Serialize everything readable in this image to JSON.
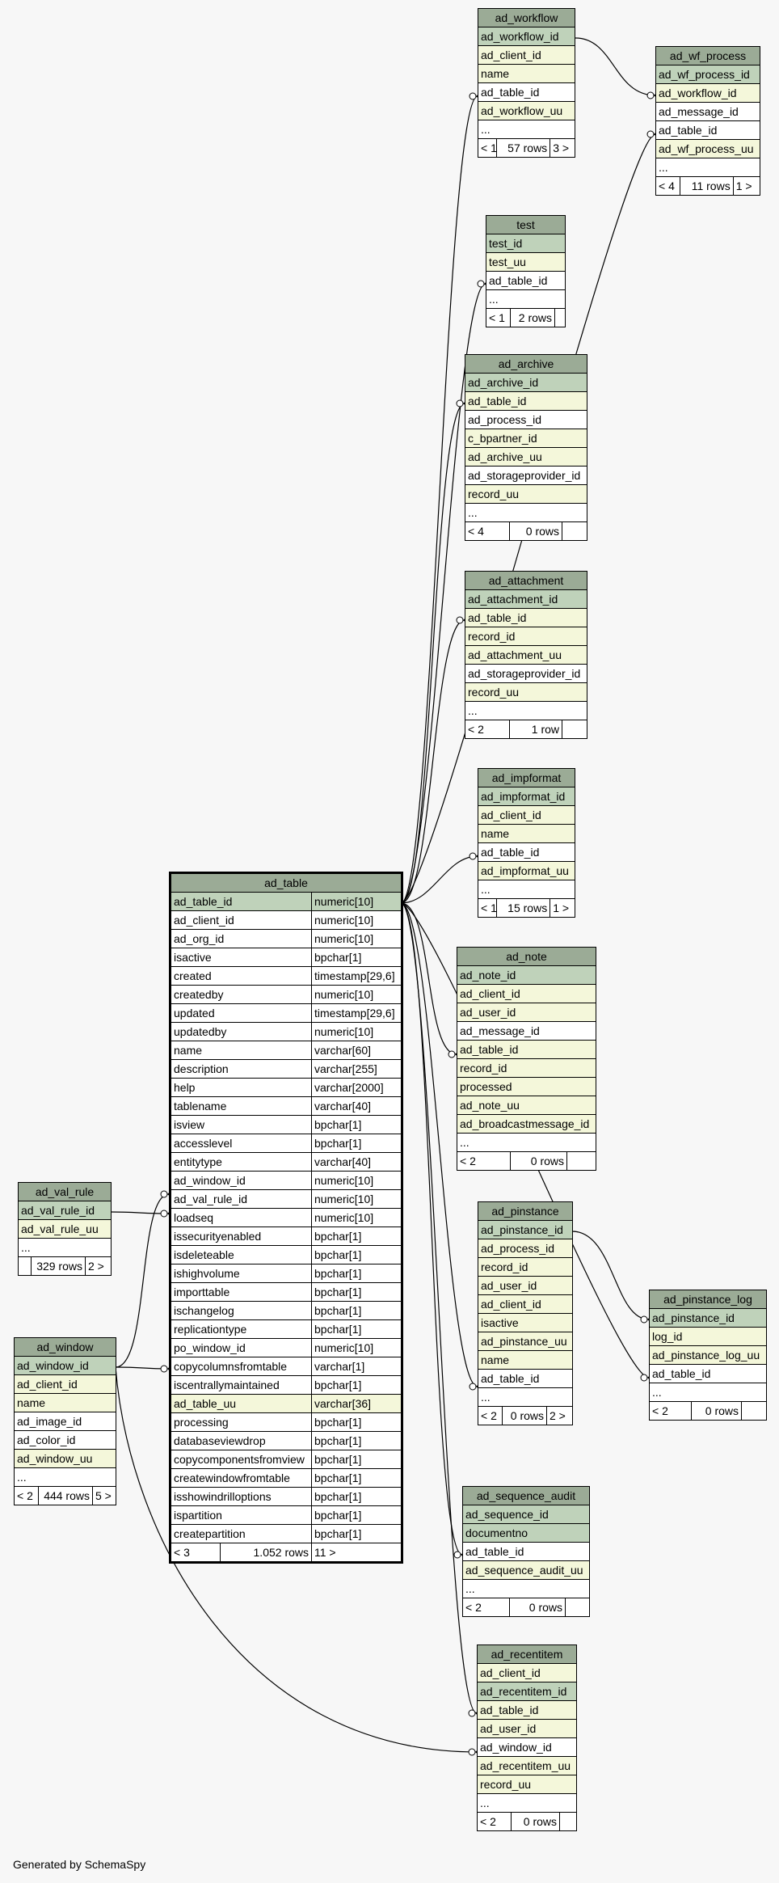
{
  "footer": "Generated by SchemaSpy",
  "colors": {
    "header": "#9bab96",
    "primary_key": "#bfd2ba",
    "foreign_key": "#f4f7da",
    "plain": "#ffffff",
    "background": "#f7f7f7"
  },
  "tables": [
    {
      "name": "ad_workflow",
      "rows": [
        {
          "t": "pk",
          "c": [
            "ad_workflow_id"
          ]
        },
        {
          "t": "fk",
          "c": [
            "ad_client_id"
          ]
        },
        {
          "t": "fk",
          "c": [
            "name"
          ]
        },
        {
          "t": "plain",
          "c": [
            "ad_table_id"
          ]
        },
        {
          "t": "fk",
          "c": [
            "ad_workflow_uu"
          ]
        },
        {
          "t": "plain",
          "c": [
            "..."
          ]
        }
      ],
      "footer": [
        "< 1",
        "57 rows",
        "3 >"
      ]
    },
    {
      "name": "ad_wf_process",
      "rows": [
        {
          "t": "pk",
          "c": [
            "ad_wf_process_id"
          ]
        },
        {
          "t": "fk",
          "c": [
            "ad_workflow_id"
          ]
        },
        {
          "t": "plain",
          "c": [
            "ad_message_id"
          ]
        },
        {
          "t": "plain",
          "c": [
            "ad_table_id"
          ]
        },
        {
          "t": "fk",
          "c": [
            "ad_wf_process_uu"
          ]
        },
        {
          "t": "plain",
          "c": [
            "..."
          ]
        }
      ],
      "footer": [
        "< 4",
        "11 rows",
        "1 >"
      ]
    },
    {
      "name": "test",
      "rows": [
        {
          "t": "pk",
          "c": [
            "test_id"
          ]
        },
        {
          "t": "fk",
          "c": [
            "test_uu"
          ]
        },
        {
          "t": "plain",
          "c": [
            "ad_table_id"
          ]
        },
        {
          "t": "plain",
          "c": [
            "..."
          ]
        }
      ],
      "footer": [
        "< 1",
        "2 rows",
        ""
      ]
    },
    {
      "name": "ad_archive",
      "rows": [
        {
          "t": "pk",
          "c": [
            "ad_archive_id"
          ]
        },
        {
          "t": "fk",
          "c": [
            "ad_table_id"
          ]
        },
        {
          "t": "plain",
          "c": [
            "ad_process_id"
          ]
        },
        {
          "t": "fk",
          "c": [
            "c_bpartner_id"
          ]
        },
        {
          "t": "fk",
          "c": [
            "ad_archive_uu"
          ]
        },
        {
          "t": "plain",
          "c": [
            "ad_storageprovider_id"
          ]
        },
        {
          "t": "fk",
          "c": [
            "record_uu"
          ]
        },
        {
          "t": "plain",
          "c": [
            "..."
          ]
        }
      ],
      "footer": [
        "< 4",
        "0 rows",
        ""
      ]
    },
    {
      "name": "ad_attachment",
      "rows": [
        {
          "t": "pk",
          "c": [
            "ad_attachment_id"
          ]
        },
        {
          "t": "fk",
          "c": [
            "ad_table_id"
          ]
        },
        {
          "t": "fk",
          "c": [
            "record_id"
          ]
        },
        {
          "t": "fk",
          "c": [
            "ad_attachment_uu"
          ]
        },
        {
          "t": "plain",
          "c": [
            "ad_storageprovider_id"
          ]
        },
        {
          "t": "fk",
          "c": [
            "record_uu"
          ]
        },
        {
          "t": "plain",
          "c": [
            "..."
          ]
        }
      ],
      "footer": [
        "< 2",
        "1 row",
        ""
      ]
    },
    {
      "name": "ad_impformat",
      "rows": [
        {
          "t": "pk",
          "c": [
            "ad_impformat_id"
          ]
        },
        {
          "t": "fk",
          "c": [
            "ad_client_id"
          ]
        },
        {
          "t": "fk",
          "c": [
            "name"
          ]
        },
        {
          "t": "plain",
          "c": [
            "ad_table_id"
          ]
        },
        {
          "t": "fk",
          "c": [
            "ad_impformat_uu"
          ]
        },
        {
          "t": "plain",
          "c": [
            "..."
          ]
        }
      ],
      "footer": [
        "< 1",
        "15 rows",
        "1 >"
      ]
    },
    {
      "name": "ad_note",
      "rows": [
        {
          "t": "pk",
          "c": [
            "ad_note_id"
          ]
        },
        {
          "t": "fk",
          "c": [
            "ad_client_id"
          ]
        },
        {
          "t": "fk",
          "c": [
            "ad_user_id"
          ]
        },
        {
          "t": "plain",
          "c": [
            "ad_message_id"
          ]
        },
        {
          "t": "fk",
          "c": [
            "ad_table_id"
          ]
        },
        {
          "t": "fk",
          "c": [
            "record_id"
          ]
        },
        {
          "t": "fk",
          "c": [
            "processed"
          ]
        },
        {
          "t": "fk",
          "c": [
            "ad_note_uu"
          ]
        },
        {
          "t": "fk",
          "c": [
            "ad_broadcastmessage_id"
          ]
        },
        {
          "t": "plain",
          "c": [
            "..."
          ]
        }
      ],
      "footer": [
        "< 2",
        "0 rows",
        ""
      ]
    },
    {
      "name": "ad_pinstance",
      "rows": [
        {
          "t": "pk",
          "c": [
            "ad_pinstance_id"
          ]
        },
        {
          "t": "fk",
          "c": [
            "ad_process_id"
          ]
        },
        {
          "t": "fk",
          "c": [
            "record_id"
          ]
        },
        {
          "t": "fk",
          "c": [
            "ad_user_id"
          ]
        },
        {
          "t": "fk",
          "c": [
            "ad_client_id"
          ]
        },
        {
          "t": "fk",
          "c": [
            "isactive"
          ]
        },
        {
          "t": "fk",
          "c": [
            "ad_pinstance_uu"
          ]
        },
        {
          "t": "fk",
          "c": [
            "name"
          ]
        },
        {
          "t": "plain",
          "c": [
            "ad_table_id"
          ]
        },
        {
          "t": "plain",
          "c": [
            "..."
          ]
        }
      ],
      "footer": [
        "< 2",
        "0 rows",
        "2 >"
      ]
    },
    {
      "name": "ad_pinstance_log",
      "rows": [
        {
          "t": "pk",
          "c": [
            "ad_pinstance_id"
          ]
        },
        {
          "t": "fk",
          "c": [
            "log_id"
          ]
        },
        {
          "t": "fk",
          "c": [
            "ad_pinstance_log_uu"
          ]
        },
        {
          "t": "plain",
          "c": [
            "ad_table_id"
          ]
        },
        {
          "t": "plain",
          "c": [
            "..."
          ]
        }
      ],
      "footer": [
        "< 2",
        "0 rows",
        ""
      ]
    },
    {
      "name": "ad_sequence_audit",
      "rows": [
        {
          "t": "pk",
          "c": [
            "ad_sequence_id"
          ]
        },
        {
          "t": "pk",
          "c": [
            "documentno"
          ]
        },
        {
          "t": "plain",
          "c": [
            "ad_table_id"
          ]
        },
        {
          "t": "fk",
          "c": [
            "ad_sequence_audit_uu"
          ]
        },
        {
          "t": "plain",
          "c": [
            "..."
          ]
        }
      ],
      "footer": [
        "< 2",
        "0 rows",
        ""
      ]
    },
    {
      "name": "ad_recentitem",
      "rows": [
        {
          "t": "fk",
          "c": [
            "ad_client_id"
          ]
        },
        {
          "t": "pk",
          "c": [
            "ad_recentitem_id"
          ]
        },
        {
          "t": "fk",
          "c": [
            "ad_table_id"
          ]
        },
        {
          "t": "fk",
          "c": [
            "ad_user_id"
          ]
        },
        {
          "t": "plain",
          "c": [
            "ad_window_id"
          ]
        },
        {
          "t": "fk",
          "c": [
            "ad_recentitem_uu"
          ]
        },
        {
          "t": "fk",
          "c": [
            "record_uu"
          ]
        },
        {
          "t": "plain",
          "c": [
            "..."
          ]
        }
      ],
      "footer": [
        "< 2",
        "0 rows",
        ""
      ]
    },
    {
      "name": "ad_val_rule",
      "rows": [
        {
          "t": "pk",
          "c": [
            "ad_val_rule_id"
          ]
        },
        {
          "t": "fk",
          "c": [
            "ad_val_rule_uu"
          ]
        },
        {
          "t": "plain",
          "c": [
            "..."
          ]
        }
      ],
      "footer": [
        "",
        "329 rows",
        "2 >"
      ]
    },
    {
      "name": "ad_window",
      "rows": [
        {
          "t": "pk",
          "c": [
            "ad_window_id"
          ]
        },
        {
          "t": "fk",
          "c": [
            "ad_client_id"
          ]
        },
        {
          "t": "fk",
          "c": [
            "name"
          ]
        },
        {
          "t": "plain",
          "c": [
            "ad_image_id"
          ]
        },
        {
          "t": "plain",
          "c": [
            "ad_color_id"
          ]
        },
        {
          "t": "fk",
          "c": [
            "ad_window_uu"
          ]
        },
        {
          "t": "plain",
          "c": [
            "..."
          ]
        }
      ],
      "footer": [
        "< 2",
        "444 rows",
        "5 >"
      ]
    },
    {
      "name": "ad_table",
      "main": true,
      "rows": [
        {
          "t": "pk",
          "c": [
            "ad_table_id",
            "numeric[10]"
          ]
        },
        {
          "t": "plain",
          "c": [
            "ad_client_id",
            "numeric[10]"
          ]
        },
        {
          "t": "plain",
          "c": [
            "ad_org_id",
            "numeric[10]"
          ]
        },
        {
          "t": "plain",
          "c": [
            "isactive",
            "bpchar[1]"
          ]
        },
        {
          "t": "plain",
          "c": [
            "created",
            "timestamp[29,6]"
          ]
        },
        {
          "t": "plain",
          "c": [
            "createdby",
            "numeric[10]"
          ]
        },
        {
          "t": "plain",
          "c": [
            "updated",
            "timestamp[29,6]"
          ]
        },
        {
          "t": "plain",
          "c": [
            "updatedby",
            "numeric[10]"
          ]
        },
        {
          "t": "plain",
          "c": [
            "name",
            "varchar[60]"
          ]
        },
        {
          "t": "plain",
          "c": [
            "description",
            "varchar[255]"
          ]
        },
        {
          "t": "plain",
          "c": [
            "help",
            "varchar[2000]"
          ]
        },
        {
          "t": "plain",
          "c": [
            "tablename",
            "varchar[40]"
          ]
        },
        {
          "t": "plain",
          "c": [
            "isview",
            "bpchar[1]"
          ]
        },
        {
          "t": "plain",
          "c": [
            "accesslevel",
            "bpchar[1]"
          ]
        },
        {
          "t": "plain",
          "c": [
            "entitytype",
            "varchar[40]"
          ]
        },
        {
          "t": "plain",
          "c": [
            "ad_window_id",
            "numeric[10]"
          ]
        },
        {
          "t": "plain",
          "c": [
            "ad_val_rule_id",
            "numeric[10]"
          ]
        },
        {
          "t": "plain",
          "c": [
            "loadseq",
            "numeric[10]"
          ]
        },
        {
          "t": "plain",
          "c": [
            "issecurityenabled",
            "bpchar[1]"
          ]
        },
        {
          "t": "plain",
          "c": [
            "isdeleteable",
            "bpchar[1]"
          ]
        },
        {
          "t": "plain",
          "c": [
            "ishighvolume",
            "bpchar[1]"
          ]
        },
        {
          "t": "plain",
          "c": [
            "importtable",
            "bpchar[1]"
          ]
        },
        {
          "t": "plain",
          "c": [
            "ischangelog",
            "bpchar[1]"
          ]
        },
        {
          "t": "plain",
          "c": [
            "replicationtype",
            "bpchar[1]"
          ]
        },
        {
          "t": "plain",
          "c": [
            "po_window_id",
            "numeric[10]"
          ]
        },
        {
          "t": "plain",
          "c": [
            "copycolumnsfromtable",
            "varchar[1]"
          ]
        },
        {
          "t": "plain",
          "c": [
            "iscentrallymaintained",
            "bpchar[1]"
          ]
        },
        {
          "t": "fk",
          "c": [
            "ad_table_uu",
            "varchar[36]"
          ]
        },
        {
          "t": "plain",
          "c": [
            "processing",
            "bpchar[1]"
          ]
        },
        {
          "t": "plain",
          "c": [
            "databaseviewdrop",
            "bpchar[1]"
          ]
        },
        {
          "t": "plain",
          "c": [
            "copycomponentsfromview",
            "bpchar[1]"
          ]
        },
        {
          "t": "plain",
          "c": [
            "createwindowfromtable",
            "bpchar[1]"
          ]
        },
        {
          "t": "plain",
          "c": [
            "isshowindrilloptions",
            "bpchar[1]"
          ]
        },
        {
          "t": "plain",
          "c": [
            "ispartition",
            "bpchar[1]"
          ]
        },
        {
          "t": "plain",
          "c": [
            "createpartition",
            "bpchar[1]"
          ]
        }
      ],
      "footer": [
        "< 3",
        "1.052 rows",
        "11 >"
      ]
    }
  ]
}
